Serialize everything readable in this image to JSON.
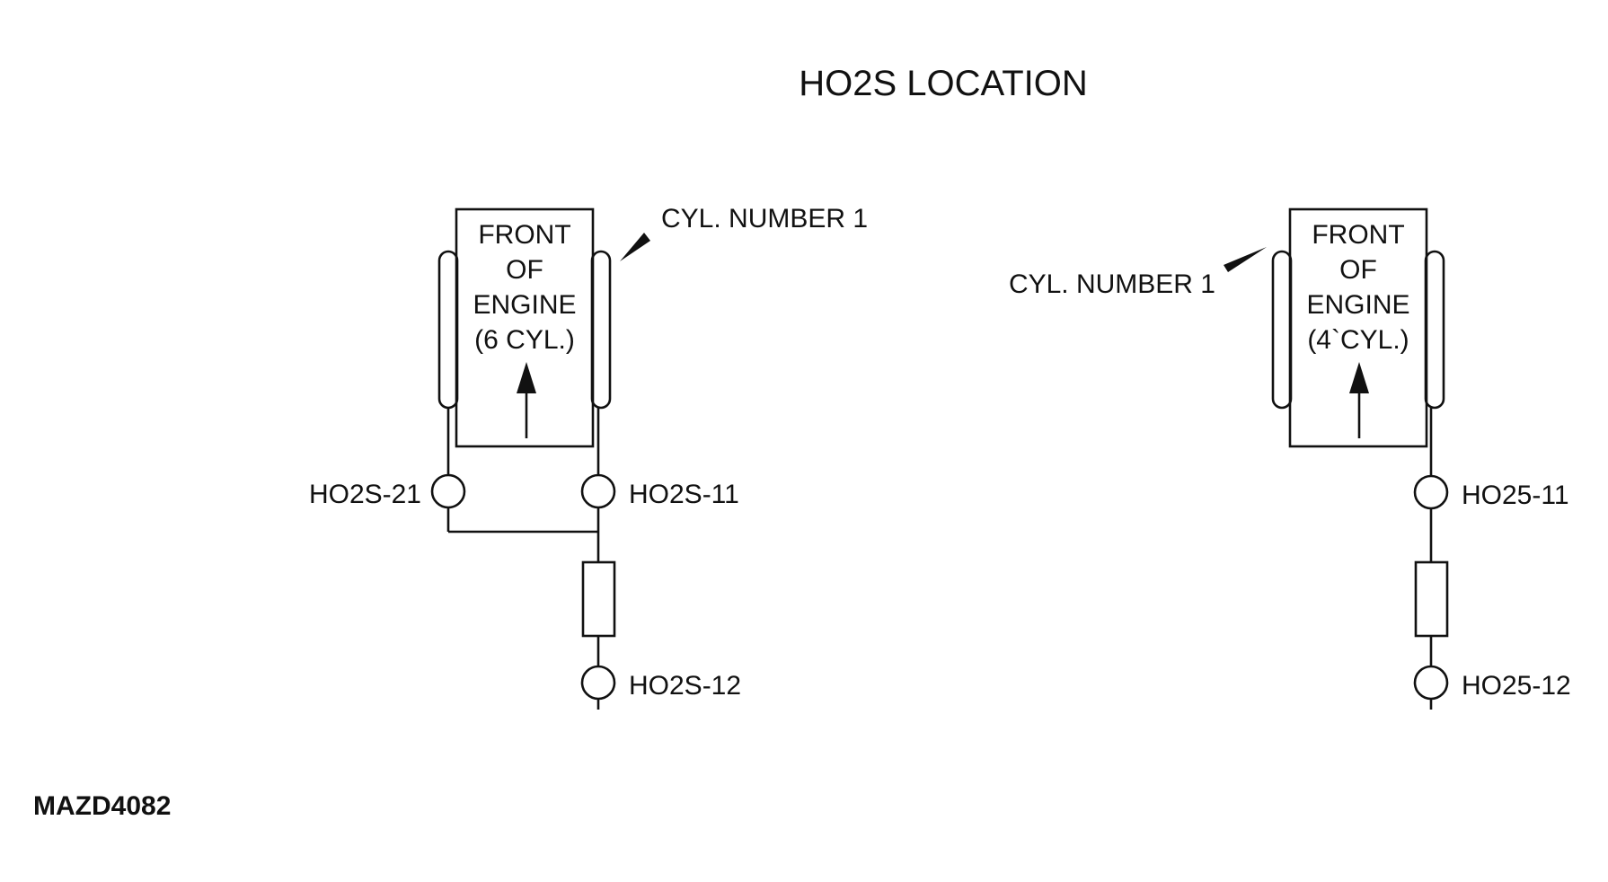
{
  "title": "HO2S LOCATION",
  "code": "MAZD4082",
  "colors": {
    "ink": "#111111",
    "background": "#ffffff"
  },
  "engine_6cyl": {
    "box_lines": [
      "FRONT",
      "OF",
      "ENGINE",
      "(6 CYL.)"
    ],
    "cyl_label": "CYL. NUMBER 1",
    "sensors": {
      "bank2_upstream": "HO2S-21",
      "bank1_upstream": "HO2S-11",
      "downstream": "HO2S-12"
    }
  },
  "engine_4cyl": {
    "box_lines": [
      "FRONT",
      "OF",
      "ENGINE",
      "(4`CYL.)"
    ],
    "cyl_label": "CYL. NUMBER 1",
    "sensors": {
      "upstream": "HO25-11",
      "downstream": "HO25-12"
    }
  }
}
